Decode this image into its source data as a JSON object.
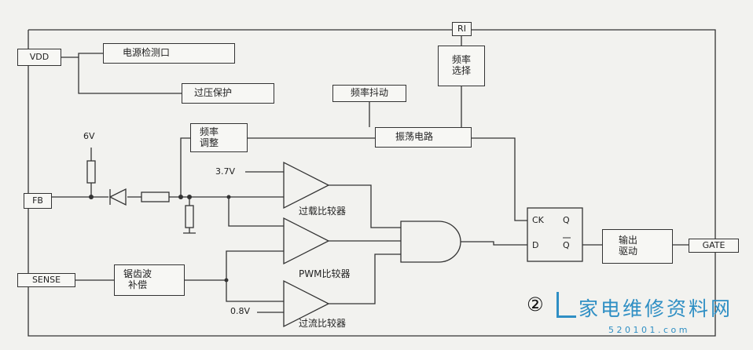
{
  "blocks": {
    "vdd": "VDD",
    "ri": "RI",
    "fb": "FB",
    "sense": "SENSE",
    "gate": "GATE",
    "power_detect": "电源检测口",
    "overvoltage": "过压保护",
    "freq_jitter": "频率抖动",
    "freq_select": "频率\n选择",
    "freq_adjust": "频率\n调整",
    "oscillator": "振荡电路",
    "sawtooth_comp": "锯齿波\n补偿",
    "output_drive": "输出\n驱动"
  },
  "labels": {
    "v6": "6V",
    "v37": "3.7V",
    "v08": "0.8V",
    "overload_comp": "过载比较器",
    "pwm_comp": "PWM比较器",
    "overcurrent_comp": "过流比较器",
    "ff_ck": "CK",
    "ff_d": "D",
    "ff_q1": "Q",
    "ff_q2": "Q",
    "figure_no": "②"
  },
  "watermark": {
    "title": "家电维修资料网",
    "url": "5 2 0 1 0 1 . c o m",
    "color": "#2f8fc4"
  }
}
